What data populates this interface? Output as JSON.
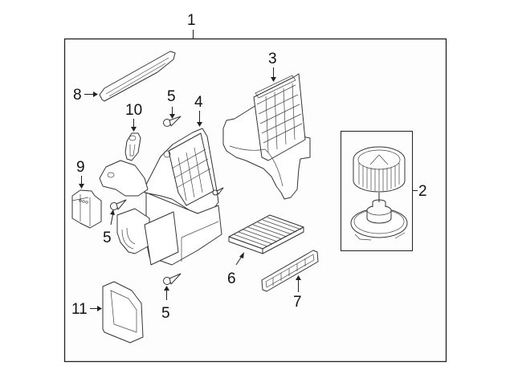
{
  "diagram": {
    "title_callout": "1",
    "background_color": "#fdfdfd",
    "frame_color": "#222222",
    "callouts": [
      {
        "id": "1",
        "label": "1",
        "part": "hvac-case-assembly"
      },
      {
        "id": "2",
        "label": "2",
        "part": "blower-motor-and-fan"
      },
      {
        "id": "3",
        "label": "3",
        "part": "upper-case-housing"
      },
      {
        "id": "4",
        "label": "4",
        "part": "evaporator-case"
      },
      {
        "id": "5a",
        "label": "5",
        "part": "screw"
      },
      {
        "id": "5b",
        "label": "5",
        "part": "screw"
      },
      {
        "id": "5c",
        "label": "5",
        "part": "screw"
      },
      {
        "id": "6",
        "label": "6",
        "part": "cabin-air-filter"
      },
      {
        "id": "7",
        "label": "7",
        "part": "filter-cover"
      },
      {
        "id": "8",
        "label": "8",
        "part": "air-duct-seal"
      },
      {
        "id": "9",
        "label": "9",
        "part": "actuator"
      },
      {
        "id": "10",
        "label": "10",
        "part": "link-lever"
      },
      {
        "id": "11",
        "label": "11",
        "part": "duct-seal"
      }
    ]
  }
}
